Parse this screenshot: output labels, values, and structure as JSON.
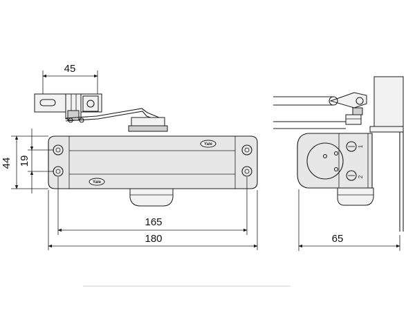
{
  "dimensions": {
    "arm_width": "45",
    "height_overall": "44",
    "height_holes": "19",
    "hole_spacing": "165",
    "overall_length": "180",
    "depth": "65"
  },
  "markings": {
    "brand_logo_top": "Yale",
    "brand_logo_bottom": "Yale",
    "adjust_screw_1": "1",
    "adjust_screw_2": "2"
  }
}
